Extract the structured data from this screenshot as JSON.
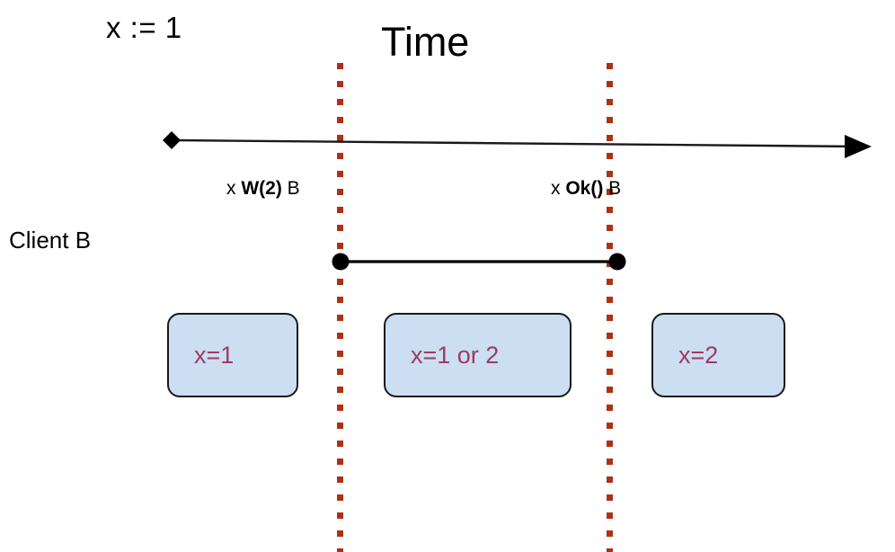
{
  "diagram": {
    "title": "Time",
    "assignment": "x := 1",
    "actor_label": "Client B",
    "background": "#ffffff",
    "timeline": {
      "axis_color": "#1a1a1a",
      "start_marker": "diamond-marker",
      "end_marker": "arrow-marker"
    },
    "event_markers": [
      {
        "name": "write-event",
        "prefix": "x ",
        "call": "W(2)",
        "suffix": " B",
        "line_color": "#b03017",
        "line_style": "dotted"
      },
      {
        "name": "ok-event",
        "prefix": "x ",
        "call": "Ok()",
        "suffix": " B",
        "line_color": "#b03017",
        "line_style": "dotted"
      }
    ],
    "operation_segment": {
      "name": "client-b-operation",
      "endpoint_color": "#000000",
      "line_color": "#000000"
    },
    "state_boxes": [
      {
        "text": "x=1",
        "fill": "#cbdef2",
        "stroke": "#1a1a1a",
        "text_color": "#9e3a66"
      },
      {
        "text": "x=1 or 2",
        "fill": "#cbdef2",
        "stroke": "#1a1a1a",
        "text_color": "#9e3a66"
      },
      {
        "text": "x=2",
        "fill": "#cbdef2",
        "stroke": "#1a1a1a",
        "text_color": "#9e3a66"
      }
    ]
  }
}
